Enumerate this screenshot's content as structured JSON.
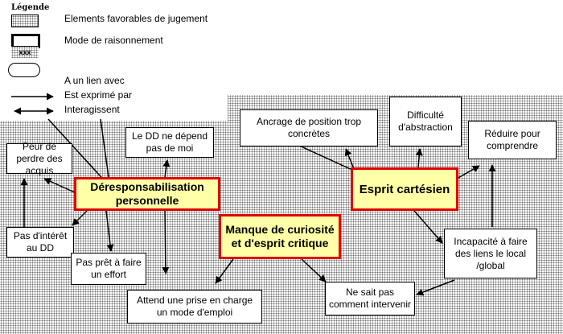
{
  "legend": {
    "title": "Légende",
    "swatch_code": "xxx",
    "items": [
      "Elements favorables de jugement",
      "Mode de raisonnement",
      "A un lien avec",
      "Est exprimé par",
      "Interagissent"
    ]
  },
  "nodes": {
    "peur": "Peur de perdre des acquis",
    "dd_ne_depend": "Le DD ne dépend pas de moi",
    "ancrage": "Ancrage de position trop concrètes",
    "difficulte": "Difficulté d'abstraction",
    "reduire": "Réduire pour comprendre",
    "pas_interet": "Pas d'intérêt au DD",
    "pas_pret": "Pas prêt à faire un effort",
    "attend": "Attend une prise en charge un mode d'emploi",
    "ne_sait": "Ne sait pas comment intervenir",
    "incapacite": "Incapacité à faire des liens le local /global"
  },
  "modes": {
    "deresponsabilisation": "Déresponsabilisation personnelle",
    "manque": "Manque de curiosité et d'esprit critique",
    "esprit": "Esprit cartésien"
  },
  "colors": {
    "mode_border": "#e00000",
    "mode_fill": "#ffffa8",
    "dots": "#6d6d6d"
  }
}
